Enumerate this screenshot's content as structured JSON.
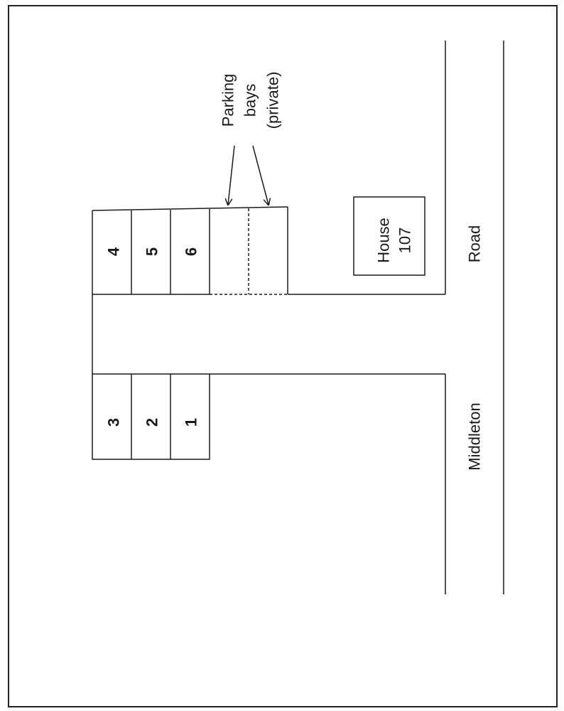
{
  "plan": {
    "units_left": [
      "3",
      "2",
      "1"
    ],
    "units_right": [
      "4",
      "5",
      "6"
    ],
    "parking": {
      "line1": "Parking",
      "line2": "bays",
      "line3": "(private)"
    },
    "house": {
      "line1": "House",
      "line2": "107"
    },
    "road": {
      "word1": "Middleton",
      "word2": "Road"
    }
  }
}
